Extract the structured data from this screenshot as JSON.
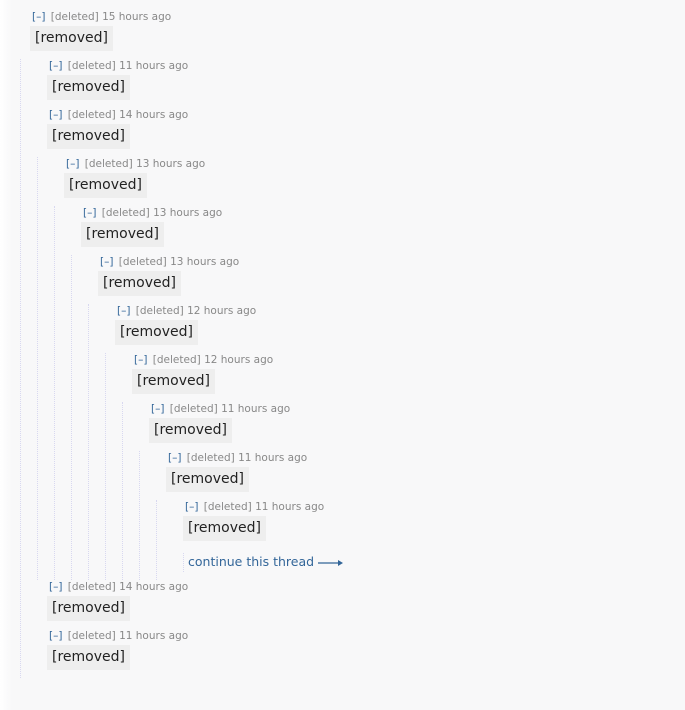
{
  "expand_label": "[–]",
  "continue_label": "continue this thread",
  "colors": {
    "link": "#336699",
    "meta": "#888888",
    "body_bg": "#eeeeee",
    "page_bg": "#f8f8f9"
  },
  "comments": [
    {
      "author": "[deleted]",
      "time": "15 hours ago",
      "body": "[removed]"
    },
    {
      "author": "[deleted]",
      "time": "11 hours ago",
      "body": "[removed]"
    },
    {
      "author": "[deleted]",
      "time": "14 hours ago",
      "body": "[removed]"
    },
    {
      "author": "[deleted]",
      "time": "13 hours ago",
      "body": "[removed]"
    },
    {
      "author": "[deleted]",
      "time": "13 hours ago",
      "body": "[removed]"
    },
    {
      "author": "[deleted]",
      "time": "13 hours ago",
      "body": "[removed]"
    },
    {
      "author": "[deleted]",
      "time": "12 hours ago",
      "body": "[removed]"
    },
    {
      "author": "[deleted]",
      "time": "12 hours ago",
      "body": "[removed]"
    },
    {
      "author": "[deleted]",
      "time": "11 hours ago",
      "body": "[removed]"
    },
    {
      "author": "[deleted]",
      "time": "11 hours ago",
      "body": "[removed]"
    },
    {
      "author": "[deleted]",
      "time": "11 hours ago",
      "body": "[removed]"
    },
    {
      "author": "[deleted]",
      "time": "14 hours ago",
      "body": "[removed]"
    },
    {
      "author": "[deleted]",
      "time": "11 hours ago",
      "body": "[removed]"
    }
  ]
}
